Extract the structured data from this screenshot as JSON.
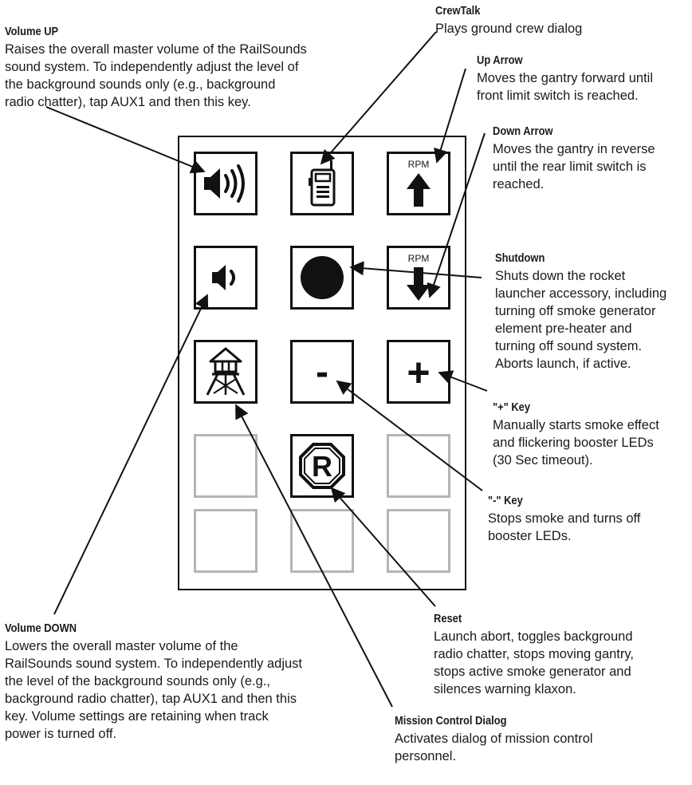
{
  "callouts": {
    "volume_up": {
      "title": "Volume UP",
      "desc": "Raises the overall master volume of the RailSounds\nsound system. To independently adjust the level of\nthe background sounds only (e.g., background\nradio chatter), tap AUX1 and then this key."
    },
    "crewtalk": {
      "title": "CrewTalk",
      "desc": "Plays ground crew dialog"
    },
    "up_arrow": {
      "title": "Up Arrow",
      "desc": "Moves the gantry forward until\nfront limit switch is reached."
    },
    "down_arrow": {
      "title": "Down Arrow",
      "desc": "Moves the gantry in reverse\nuntil the rear limit switch is\nreached."
    },
    "shutdown": {
      "title": "Shutdown",
      "desc": "Shuts down the rocket\nlauncher accessory, including\nturning off smoke generator\nelement pre-heater and\nturning off sound system.\nAborts launch, if active."
    },
    "plus_key": {
      "title": "\"+\" Key",
      "desc": "Manually starts smoke effect\nand flickering booster LEDs\n(30 Sec timeout)."
    },
    "minus_key": {
      "title": "\"-\" Key",
      "desc": "Stops smoke and turns off\nbooster LEDs."
    },
    "volume_down": {
      "title": "Volume DOWN",
      "desc": "Lowers the overall master volume of the\nRailSounds sound system. To independently adjust\nthe level of the background sounds only (e.g.,\nbackground radio chatter), tap AUX1 and then this\nkey. Volume settings are retaining when track\npower is turned off."
    },
    "reset": {
      "title": "Reset",
      "desc": "Launch abort, toggles background\nradio chatter, stops moving gantry,\nstops active smoke generator and\nsilences warning klaxon."
    },
    "mission_control": {
      "title": "Mission Control Dialog",
      "desc": "Activates dialog of mission control\npersonnel."
    }
  },
  "keys": {
    "rpm_label": "RPM",
    "minus_symbol": "-",
    "plus_symbol": "+",
    "reset_symbol": "R"
  },
  "colors": {
    "ink": "#111111",
    "blank_key_border": "#b5b5b5"
  },
  "icons": [
    "speaker-loud-icon",
    "walkie-talkie-icon",
    "up-arrow-icon",
    "speaker-quiet-icon",
    "stop-circle-icon",
    "down-arrow-icon",
    "tower-icon",
    "minus-icon",
    "plus-icon",
    "reset-octagon-icon"
  ]
}
